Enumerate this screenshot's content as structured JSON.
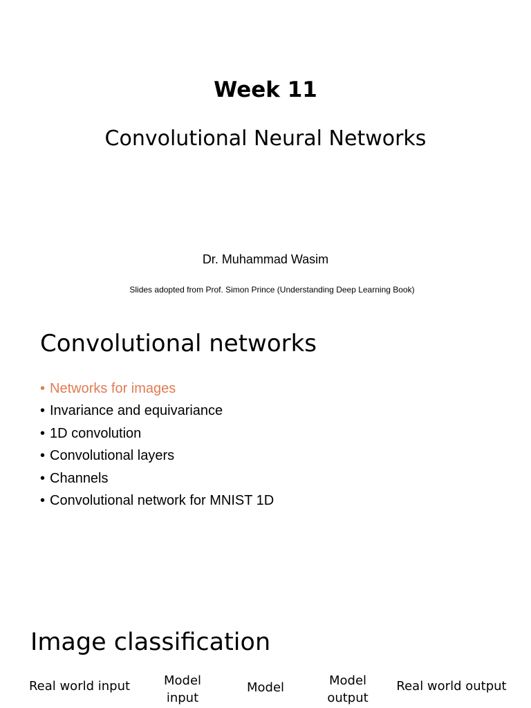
{
  "title_slide": {
    "week": "Week 11",
    "subtitle": "Convolutional Neural Networks",
    "author": "Dr. Muhammad Wasim",
    "credit": "Slides adopted from Prof. Simon Prince (Understanding Deep Learning Book)"
  },
  "outline_slide": {
    "title": "Convolutional networks",
    "bullet_char": "•",
    "items": [
      {
        "label": "Networks for images",
        "active": true
      },
      {
        "label": "Invariance and equivariance",
        "active": false
      },
      {
        "label": "1D convolution",
        "active": false
      },
      {
        "label": "Convolutional layers",
        "active": false
      },
      {
        "label": "Channels",
        "active": false
      },
      {
        "label": "Convolutional network for MNIST 1D",
        "active": false
      }
    ],
    "highlight_color": "#e07b53"
  },
  "classification_slide": {
    "title": "Image classification",
    "pipeline": [
      {
        "line1": "Real world input",
        "line2": ""
      },
      {
        "line1": "Model",
        "line2": "input"
      },
      {
        "line1": "Model",
        "line2": ""
      },
      {
        "line1": "Model",
        "line2": "output"
      },
      {
        "line1": "Real world output",
        "line2": ""
      }
    ]
  }
}
